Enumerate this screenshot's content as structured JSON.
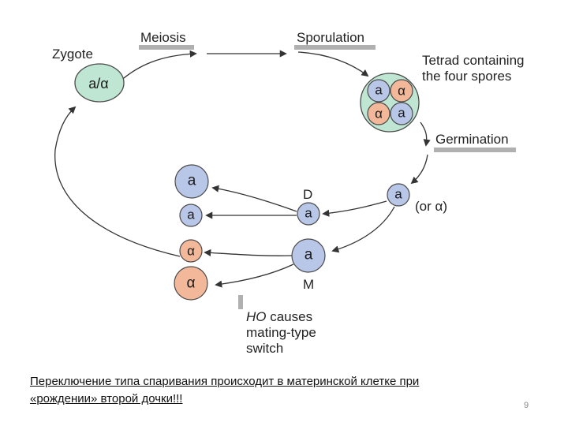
{
  "diagram": {
    "labels": {
      "zygote": "Zygote",
      "meiosis": "Meiosis",
      "sporulation": "Sporulation",
      "tetrad_line1": "Tetrad containing",
      "tetrad_line2": "the four spores",
      "germination": "Germination",
      "or_alpha": "(or α)",
      "d": "D",
      "m": "M",
      "ho_italic": "HO",
      "ho_rest": " causes",
      "ho_line2": "mating-type",
      "ho_line3": "switch"
    },
    "cells": {
      "zygote": "a/α",
      "tetrad_1": "a",
      "tetrad_2": "α",
      "tetrad_3": "α",
      "tetrad_4": "a",
      "spore": "a",
      "daughter": "a",
      "mother": "a",
      "left_a_big": "a",
      "left_a_small": "a",
      "left_alpha_small": "α",
      "left_alpha_big": "α"
    },
    "colors": {
      "a_cell": "#b8c6e8",
      "alpha_cell": "#f3b89a",
      "zygote_cell": "#bfe6d2",
      "tetrad_bg": "#bfe6d2",
      "stroke": "#4a4a4a"
    }
  },
  "caption": {
    "line1": "Переключение типа спаривания происходит в материнской клетке при",
    "line2": "«рождении» второй дочки!!!"
  },
  "page_number": "9"
}
